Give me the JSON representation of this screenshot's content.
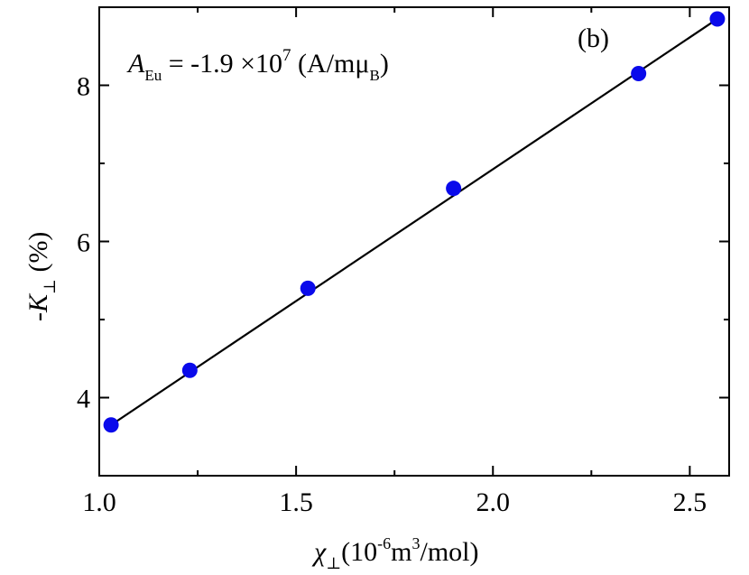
{
  "chart_data": {
    "type": "scatter",
    "panel_label": "(b)",
    "annotation": {
      "symbol": "A",
      "symbol_sub": "Eu",
      "equals_value": " = -1.9 ×10",
      "exponent": "7",
      "unit_open": " (A/mμ",
      "unit_sub": "B",
      "unit_close": ")"
    },
    "xlabel": {
      "symbol": "χ",
      "symbol_sub": "⊥",
      "paren_open": "(10",
      "exp1": "-6",
      "middle": "m",
      "exp2": "3",
      "tail": "/mol)"
    },
    "ylabel": {
      "prefix": "-",
      "symbol": "K",
      "symbol_sub": "⊥",
      "unit": " (%)"
    },
    "xlim": [
      1.0,
      2.6
    ],
    "ylim": [
      3.0,
      9.0
    ],
    "x_ticks": [
      1.0,
      1.5,
      2.0,
      2.5
    ],
    "x_tick_labels": [
      "1.0",
      "1.5",
      "2.0",
      "2.5"
    ],
    "x_minor_ticks": [
      1.25,
      1.75,
      2.25
    ],
    "y_ticks": [
      4,
      6,
      8
    ],
    "y_tick_labels": [
      "4",
      "6",
      "8"
    ],
    "y_minor_ticks": [
      3,
      5,
      7,
      9
    ],
    "grid": false,
    "series": [
      {
        "marker_color": "#0a0aeb",
        "points": [
          {
            "x": 1.03,
            "y": 3.65
          },
          {
            "x": 1.23,
            "y": 4.35
          },
          {
            "x": 1.53,
            "y": 5.4
          },
          {
            "x": 1.9,
            "y": 6.68
          },
          {
            "x": 2.37,
            "y": 8.15
          },
          {
            "x": 2.57,
            "y": 8.85
          }
        ]
      }
    ],
    "fit_line": {
      "color": "#000000",
      "from": {
        "x": 1.03,
        "y": 3.65
      },
      "to": {
        "x": 2.57,
        "y": 8.85
      }
    }
  }
}
